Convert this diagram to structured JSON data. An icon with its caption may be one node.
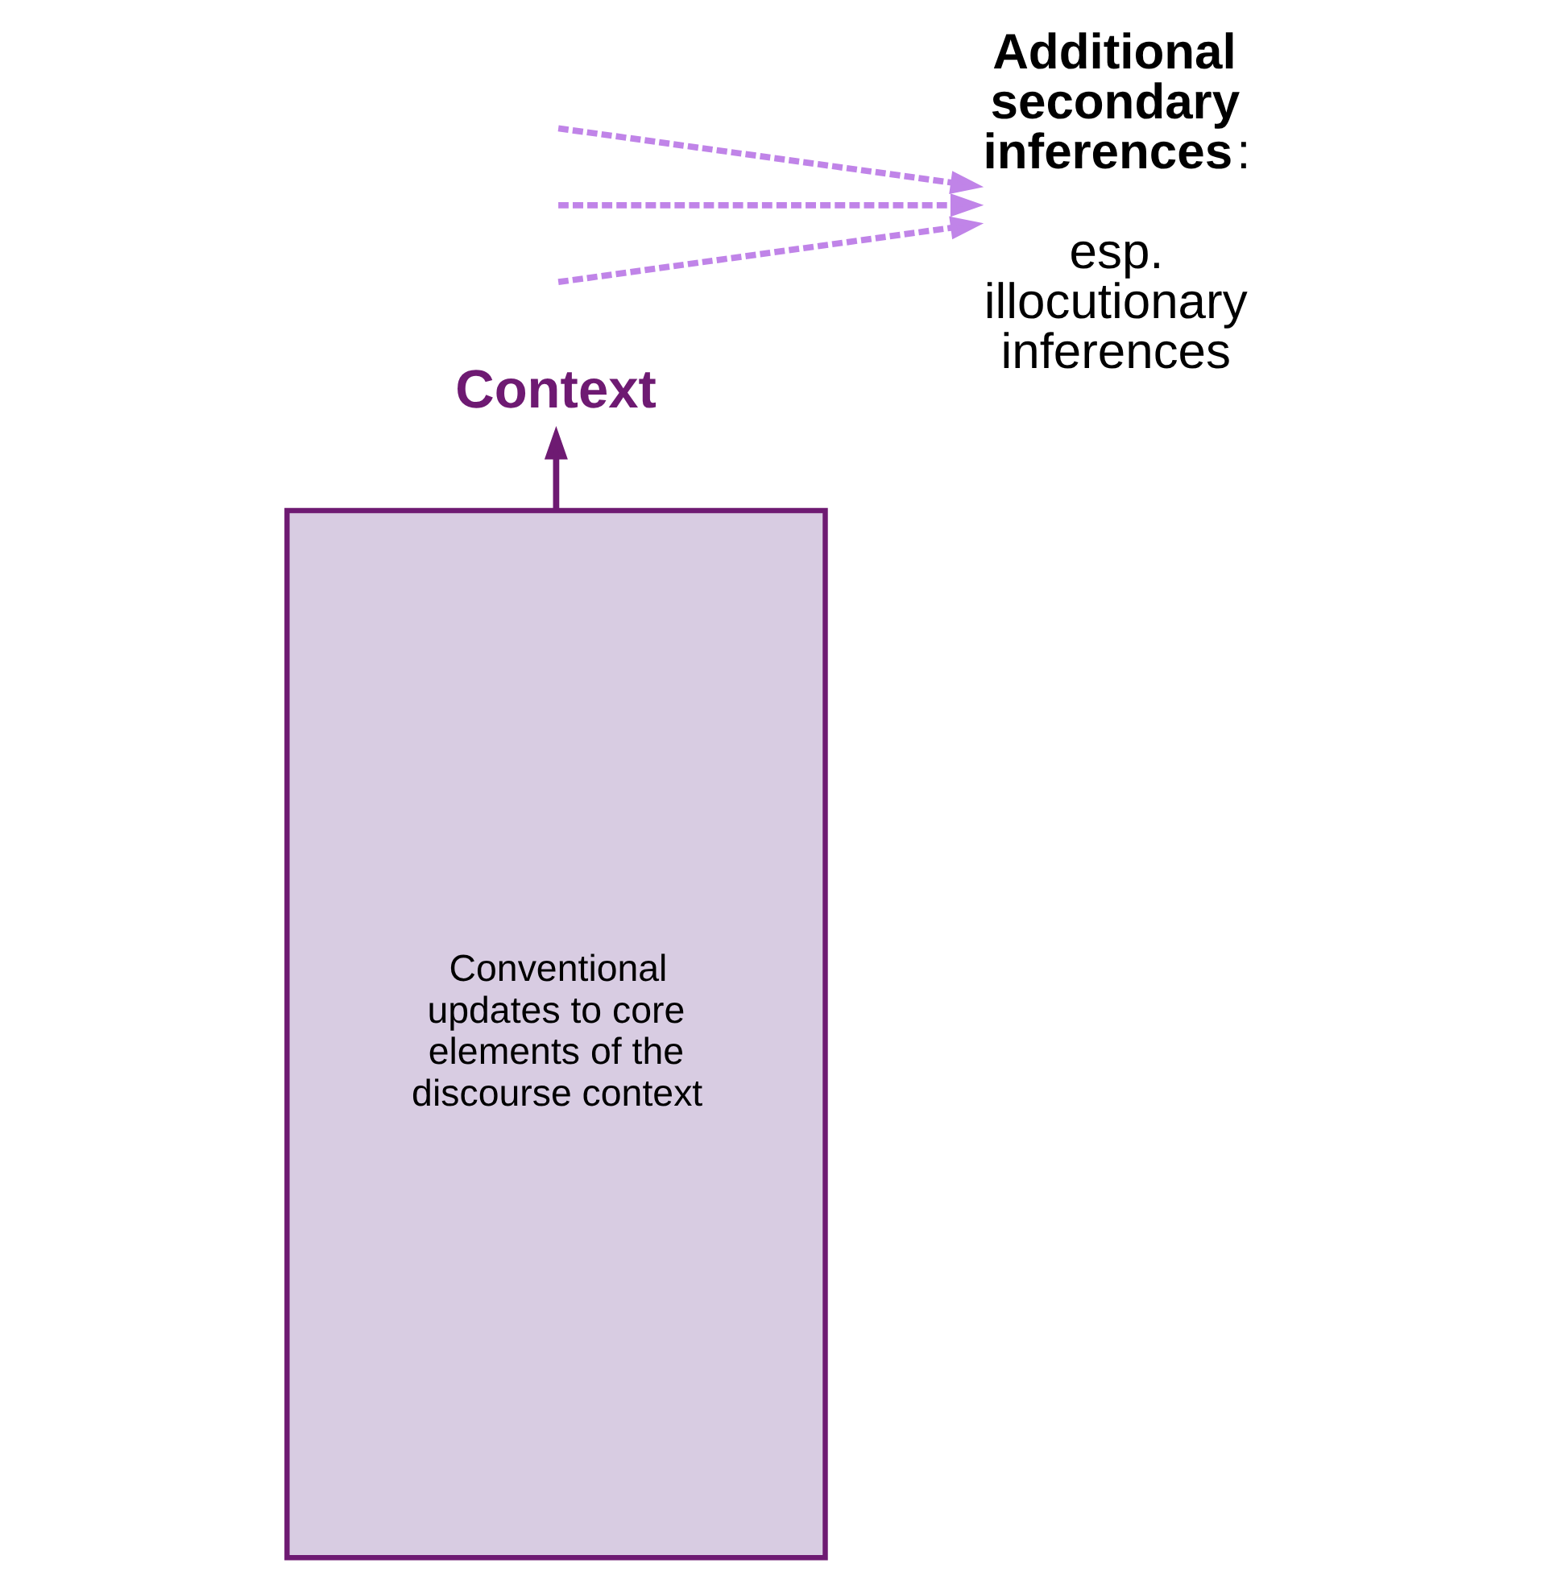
{
  "diagram": {
    "nodes": [
      {
        "text": [
          "Context"
        ]
      },
      {
        "text": [
          "Conventional updates to core elements of the discourse context"
        ]
      },
      {
        "text": [
          "**Additional secondary inferences**:",
          "esp. illocutionary inferences"
        ]
      }
    ],
    "edges": [
      {
        "from": 1,
        "to": 0,
        "arrow": "to",
        "color": "#6e1a72"
      },
      {
        "from": null,
        "to": 2,
        "arrow": "to",
        "style": "dashed",
        "color": "#c084e8"
      },
      {
        "from": null,
        "to": 2,
        "arrow": "to",
        "style": "dashed",
        "color": "#c084e8"
      },
      {
        "from": null,
        "to": 2,
        "arrow": "to",
        "style": "dashed",
        "color": "#c084e8"
      }
    ]
  }
}
